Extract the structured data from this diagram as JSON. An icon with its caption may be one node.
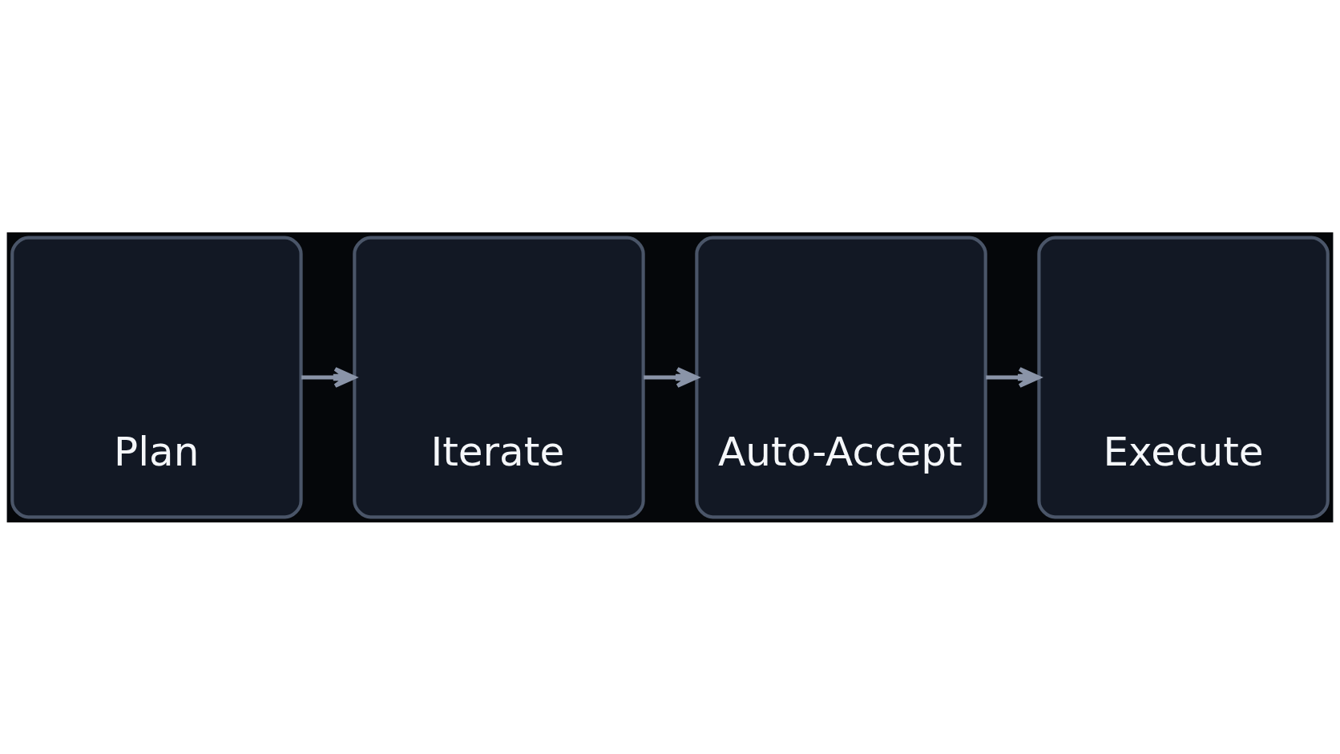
{
  "diagram": {
    "nodes": [
      {
        "text": [
          "Plan"
        ]
      },
      {
        "text": [
          "Iterate"
        ]
      },
      {
        "text": [
          "Auto-Accept"
        ]
      },
      {
        "text": [
          "Execute"
        ]
      }
    ],
    "edges": [
      {
        "from": 0,
        "to": 1,
        "arrow": "to"
      },
      {
        "from": 1,
        "to": 2,
        "arrow": "to"
      },
      {
        "from": 2,
        "to": 3,
        "arrow": "to"
      }
    ]
  }
}
